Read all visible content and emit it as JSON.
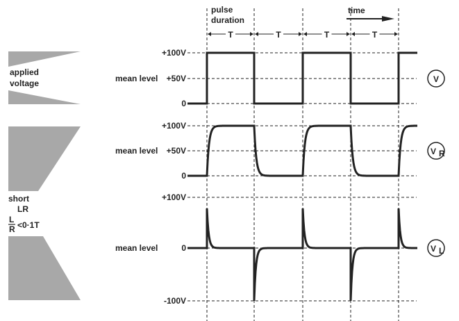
{
  "header": {
    "pulse_label_1": "pulse",
    "pulse_label_2": "duration",
    "time_label": "time",
    "period_labels": [
      "T",
      "T",
      "T",
      "T"
    ]
  },
  "side_labels": {
    "applied_1": "applied",
    "applied_2": "voltage",
    "short": "short",
    "lr": "LR",
    "ratio_num": "L",
    "ratio_den": "R",
    "ratio_rest": "<0·1T"
  },
  "panels": [
    {
      "name": "V",
      "sub": "",
      "levels": [
        {
          "label": "+100V",
          "value": 100
        },
        {
          "label": "+50V",
          "value": 50,
          "mean": "mean level"
        },
        {
          "label": "0",
          "value": 0
        }
      ]
    },
    {
      "name": "V",
      "sub": "R",
      "levels": [
        {
          "label": "+100V",
          "value": 100
        },
        {
          "label": "+50V",
          "value": 50,
          "mean": "mean level"
        },
        {
          "label": "0",
          "value": 0
        }
      ]
    },
    {
      "name": "V",
      "sub": "L",
      "levels": [
        {
          "label": "+100V",
          "value": 100
        },
        {
          "label": "0",
          "value": 0,
          "mean": "mean level"
        },
        {
          "label": "-100V",
          "value": -100
        }
      ]
    }
  ],
  "colors": {
    "ink": "#222222",
    "shade": "#a8a8a8"
  }
}
